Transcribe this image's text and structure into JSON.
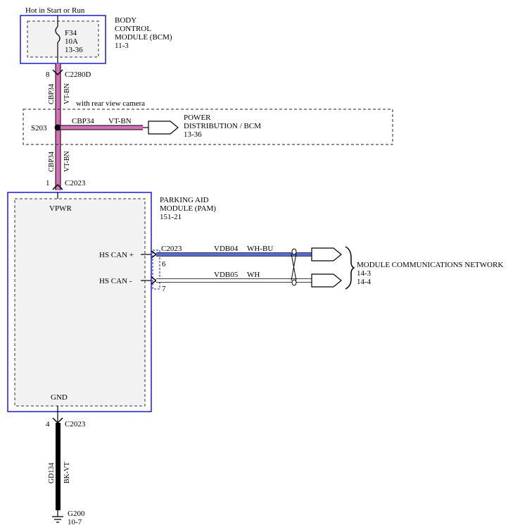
{
  "power_source": "Hot in Start or Run",
  "bcm": {
    "title_lines": [
      "BODY",
      "CONTROL",
      "MODULE (BCM)",
      "11-3"
    ],
    "fuse": {
      "id": "F34",
      "rating": "10A",
      "ref": "13-36"
    }
  },
  "connector_top": {
    "pin": "8",
    "name": "C2280D"
  },
  "wire_upper": {
    "circuit": "CBP34",
    "color": "VT-BN"
  },
  "camera_note": "with rear view camera",
  "splice": {
    "id": "S203"
  },
  "branch_wire": {
    "circuit": "CBP34",
    "color": "VT-BN"
  },
  "power_dist": {
    "title_lines": [
      "POWER",
      "DISTRIBUTION / BCM",
      "13-36"
    ]
  },
  "wire_lower": {
    "circuit": "CBP34",
    "color": "VT-BN"
  },
  "connector_pam_top": {
    "pin": "1",
    "name": "C2023"
  },
  "pam": {
    "title_lines": [
      "PARKING AID",
      "MODULE (PAM)",
      "151-21"
    ],
    "vpwr_label": "VPWR",
    "gnd_label": "GND",
    "can_plus_label": "HS CAN +",
    "can_minus_label": "HS CAN -"
  },
  "can_connector": {
    "name": "C2023",
    "pin_plus": "6",
    "pin_minus": "7"
  },
  "can_plus_wire": {
    "circuit": "VDB04",
    "color": "WH-BU"
  },
  "can_minus_wire": {
    "circuit": "VDB05",
    "color": "WH"
  },
  "network": {
    "title_lines": [
      "MODULE COMMUNICATIONS NETWORK",
      "14-3",
      "14-4"
    ]
  },
  "connector_gnd": {
    "pin": "4",
    "name": "C2023"
  },
  "ground_wire": {
    "circuit": "GD134",
    "color": "BK-VT"
  },
  "ground": {
    "id": "G200",
    "ref": "10-7"
  },
  "colors": {
    "module_border": "#1a1ad6",
    "wire_violet_brown": "#d66fb8",
    "wire_white_blue": "#5a6ad8",
    "wire_ground": "#000000",
    "module_fill": "#f2f2f2"
  }
}
